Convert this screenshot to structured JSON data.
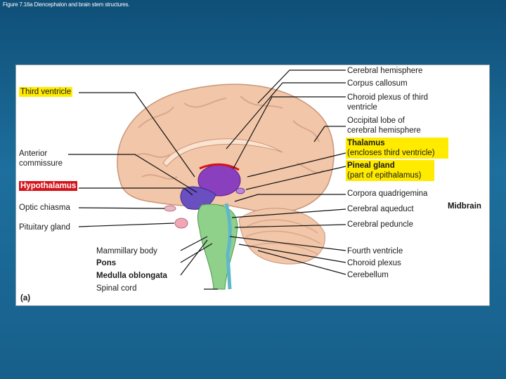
{
  "caption": "Figure 7.16a Diencephalon and brain stem structures.",
  "panel_letter": "(a)",
  "side_label": "Midbrain",
  "labels_left": {
    "third_ventricle": "Third ventricle",
    "anterior_commissure_1": "Anterior",
    "anterior_commissure_2": "commissure",
    "hypothalamus": "Hypothalamus",
    "optic_chiasma": "Optic chiasma",
    "pituitary_gland": "Pituitary gland"
  },
  "labels_bottom": {
    "mammillary_body": "Mammillary body",
    "pons": "Pons",
    "medulla": "Medulla oblongata",
    "spinal_cord": "Spinal cord"
  },
  "labels_right": {
    "cerebral_hemisphere": "Cerebral hemisphere",
    "corpus_callosum": "Corpus callosum",
    "choroid_plexus_1": "Choroid plexus of third",
    "choroid_plexus_2": "ventricle",
    "occipital_1": "Occipital lobe of",
    "occipital_2": "cerebral hemisphere",
    "thalamus_1": "Thalamus",
    "thalamus_2": "(encloses third ventricle)",
    "pineal_1": "Pineal gland",
    "pineal_2": "(part of epithalamus)",
    "corpora_quadrigemina": "Corpora quadrigemina",
    "cerebral_aqueduct": "Cerebral aqueduct",
    "cerebral_peduncle": "Cerebral peduncle",
    "fourth_ventricle": "Fourth ventricle",
    "choroid_plexus": "Choroid plexus",
    "cerebellum": "Cerebellum"
  },
  "colors": {
    "background": "#175f8b",
    "cerebrum": "#f2c6a8",
    "thalamus": "#8a3fbf",
    "hypothalamus": "#6a4fc0",
    "brainstem": "#8fd08a",
    "ventricle": "#5fb8c9",
    "highlight_yellow": "#ffeb00",
    "highlight_red": "#d4141a"
  }
}
